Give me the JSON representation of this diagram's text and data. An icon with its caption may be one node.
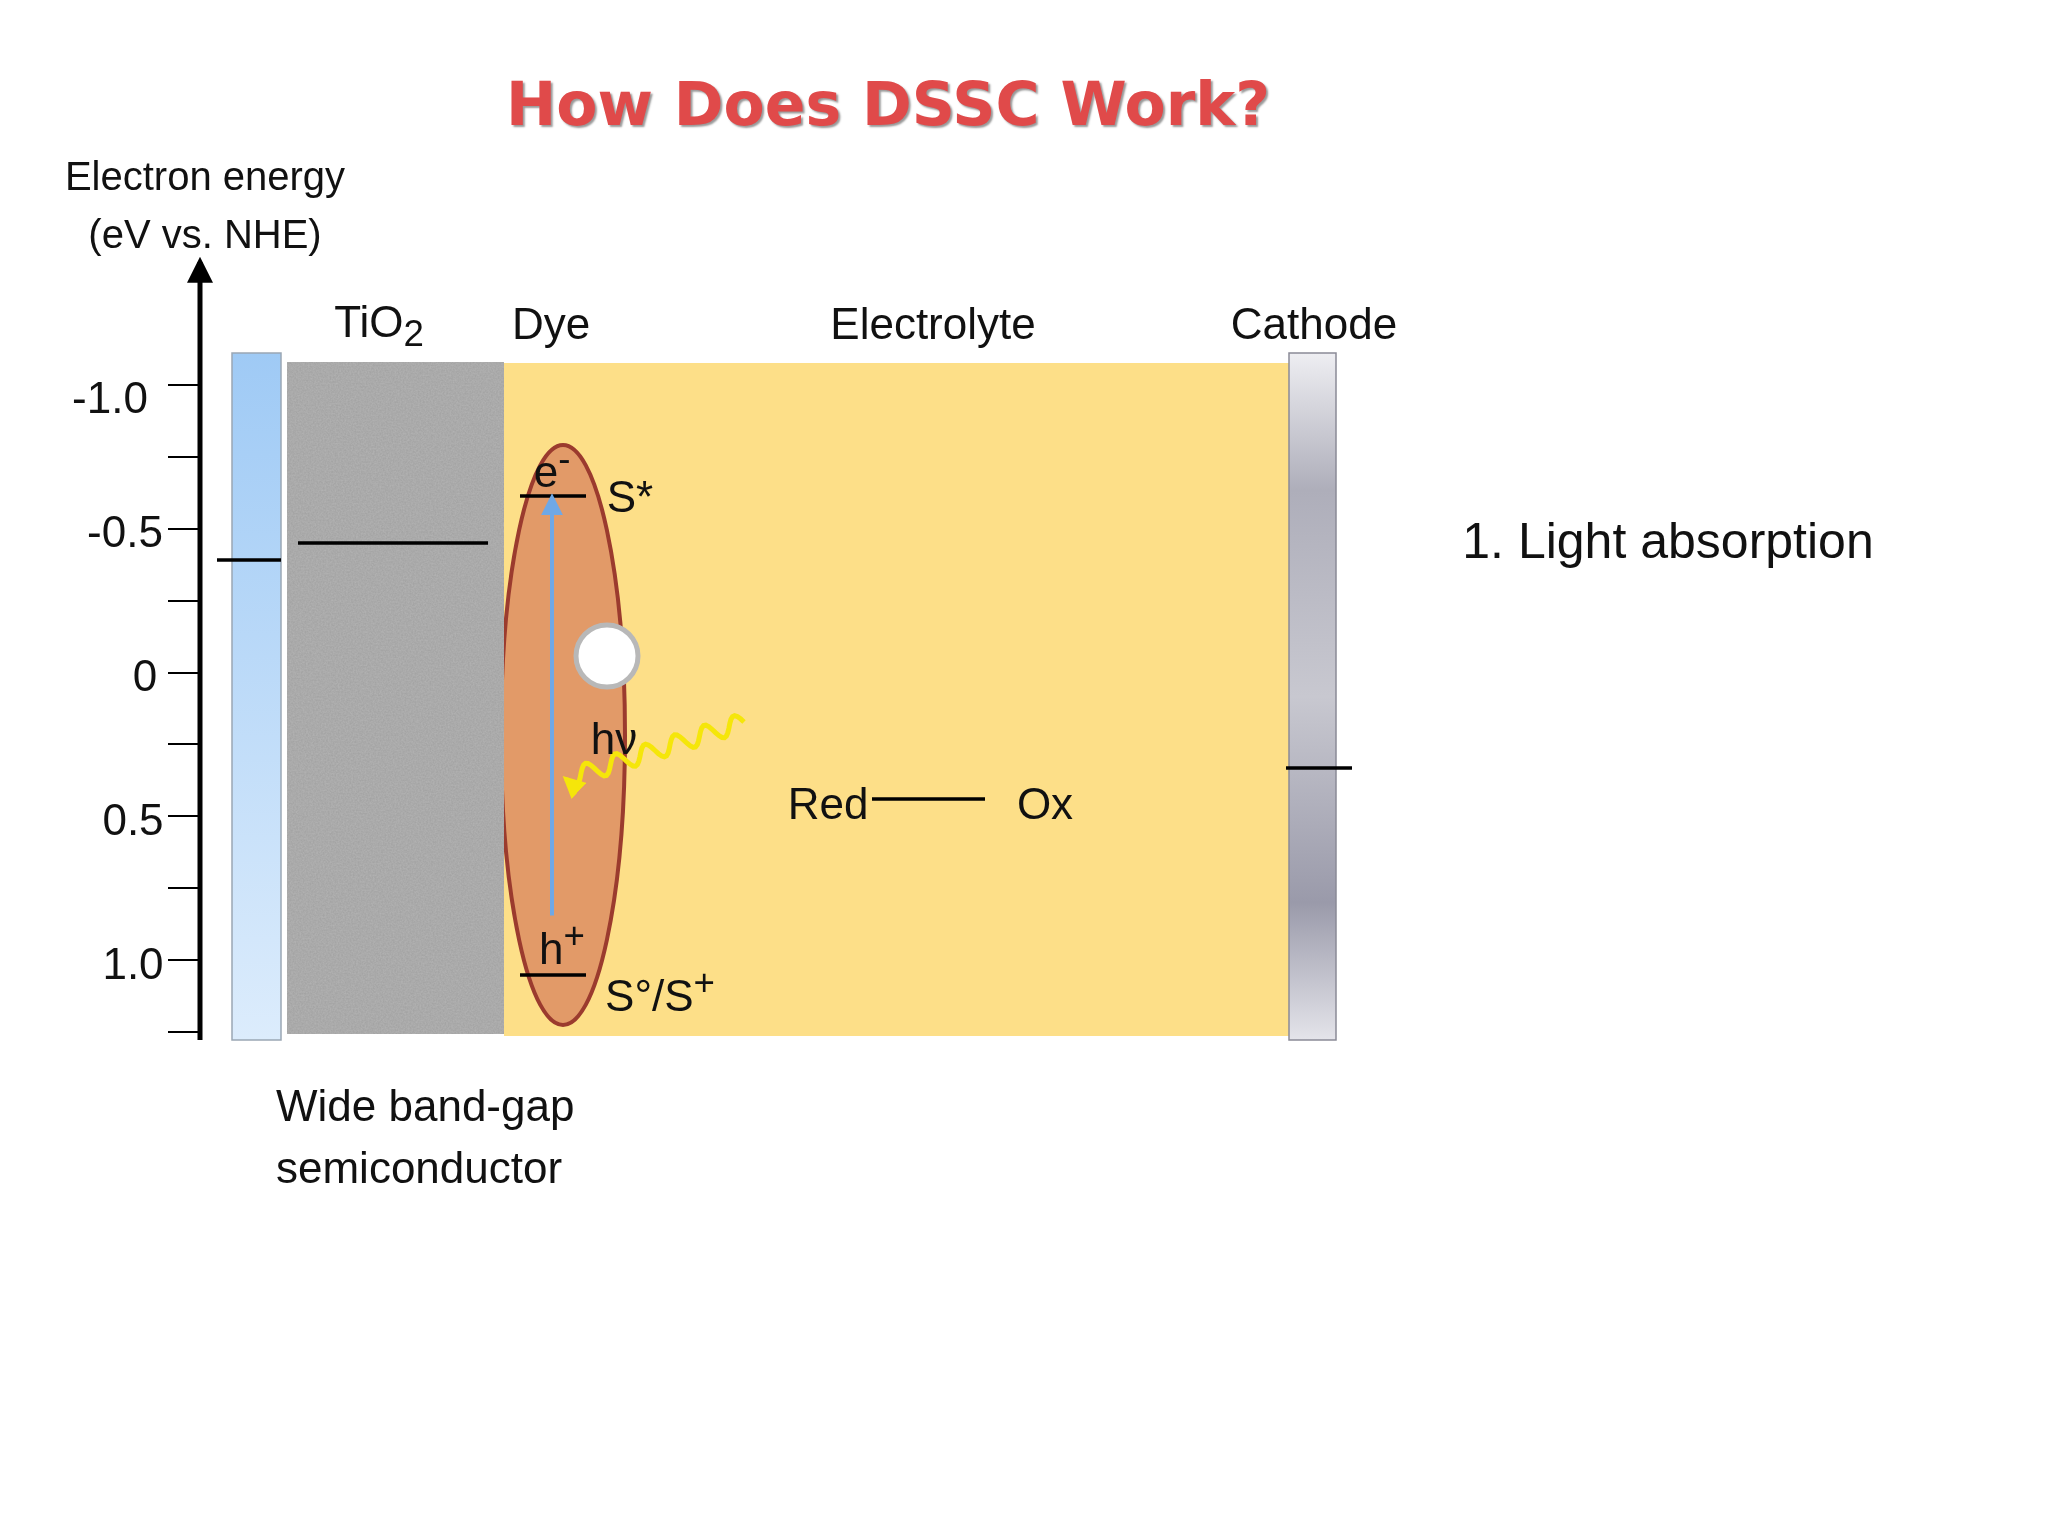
{
  "diagram": {
    "title": "How Does DSSC Work?",
    "nodes": [
      {
        "text": [
          "e$^{-}$"
        ]
      },
      {
        "text": [
          "h$^{+}$"
        ]
      },
      {
        "text": [],
        "shape": "bar"
      },
      {
        "text": [],
        "shape": "bar"
      }
    ],
    "edges": [
      {
        "from": 1,
        "to": 0,
        "arrow": "to"
      }
    ],
    "labels": [
      "Electron energy (eV vs. NHE)",
      "-1.0",
      "-0.5",
      "0",
      "0.5",
      "1.0",
      "TiO$_{2}$",
      "Dye",
      "Electrolyte",
      "Cathode",
      "S*",
      "hν",
      "S°/S$^{+}$",
      "Red",
      "Ox",
      "1.  Light absorption",
      "Wide band-gap semiconductor"
    ]
  }
}
